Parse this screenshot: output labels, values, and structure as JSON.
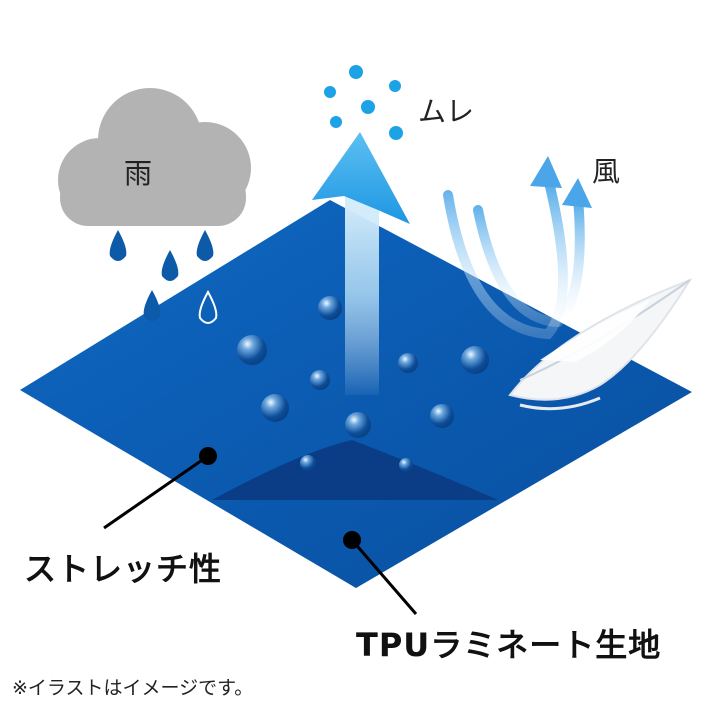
{
  "labels": {
    "rain": "雨",
    "moisture": "ムレ",
    "wind": "風",
    "stretch": "ストレッチ性",
    "material": "TPUラミネート生地",
    "note": "※イラストはイメージです。"
  },
  "colors": {
    "fabric_top": "#0a5bb0",
    "fabric_dark": "#0b3d86",
    "base_gray": "#c9c9cc",
    "cloud": "#b3b3b3",
    "raindrop": "#0d5aa8",
    "vapor_dot": "#1ea2e6",
    "arrow_light": "#9fd3f2",
    "wind_arrow": "#4aa6e8"
  },
  "icons": {
    "cloud": "cloud-icon",
    "rain": "raindrop-icon",
    "vapor": "vapor-dot-icon",
    "feather": "feather-icon"
  }
}
